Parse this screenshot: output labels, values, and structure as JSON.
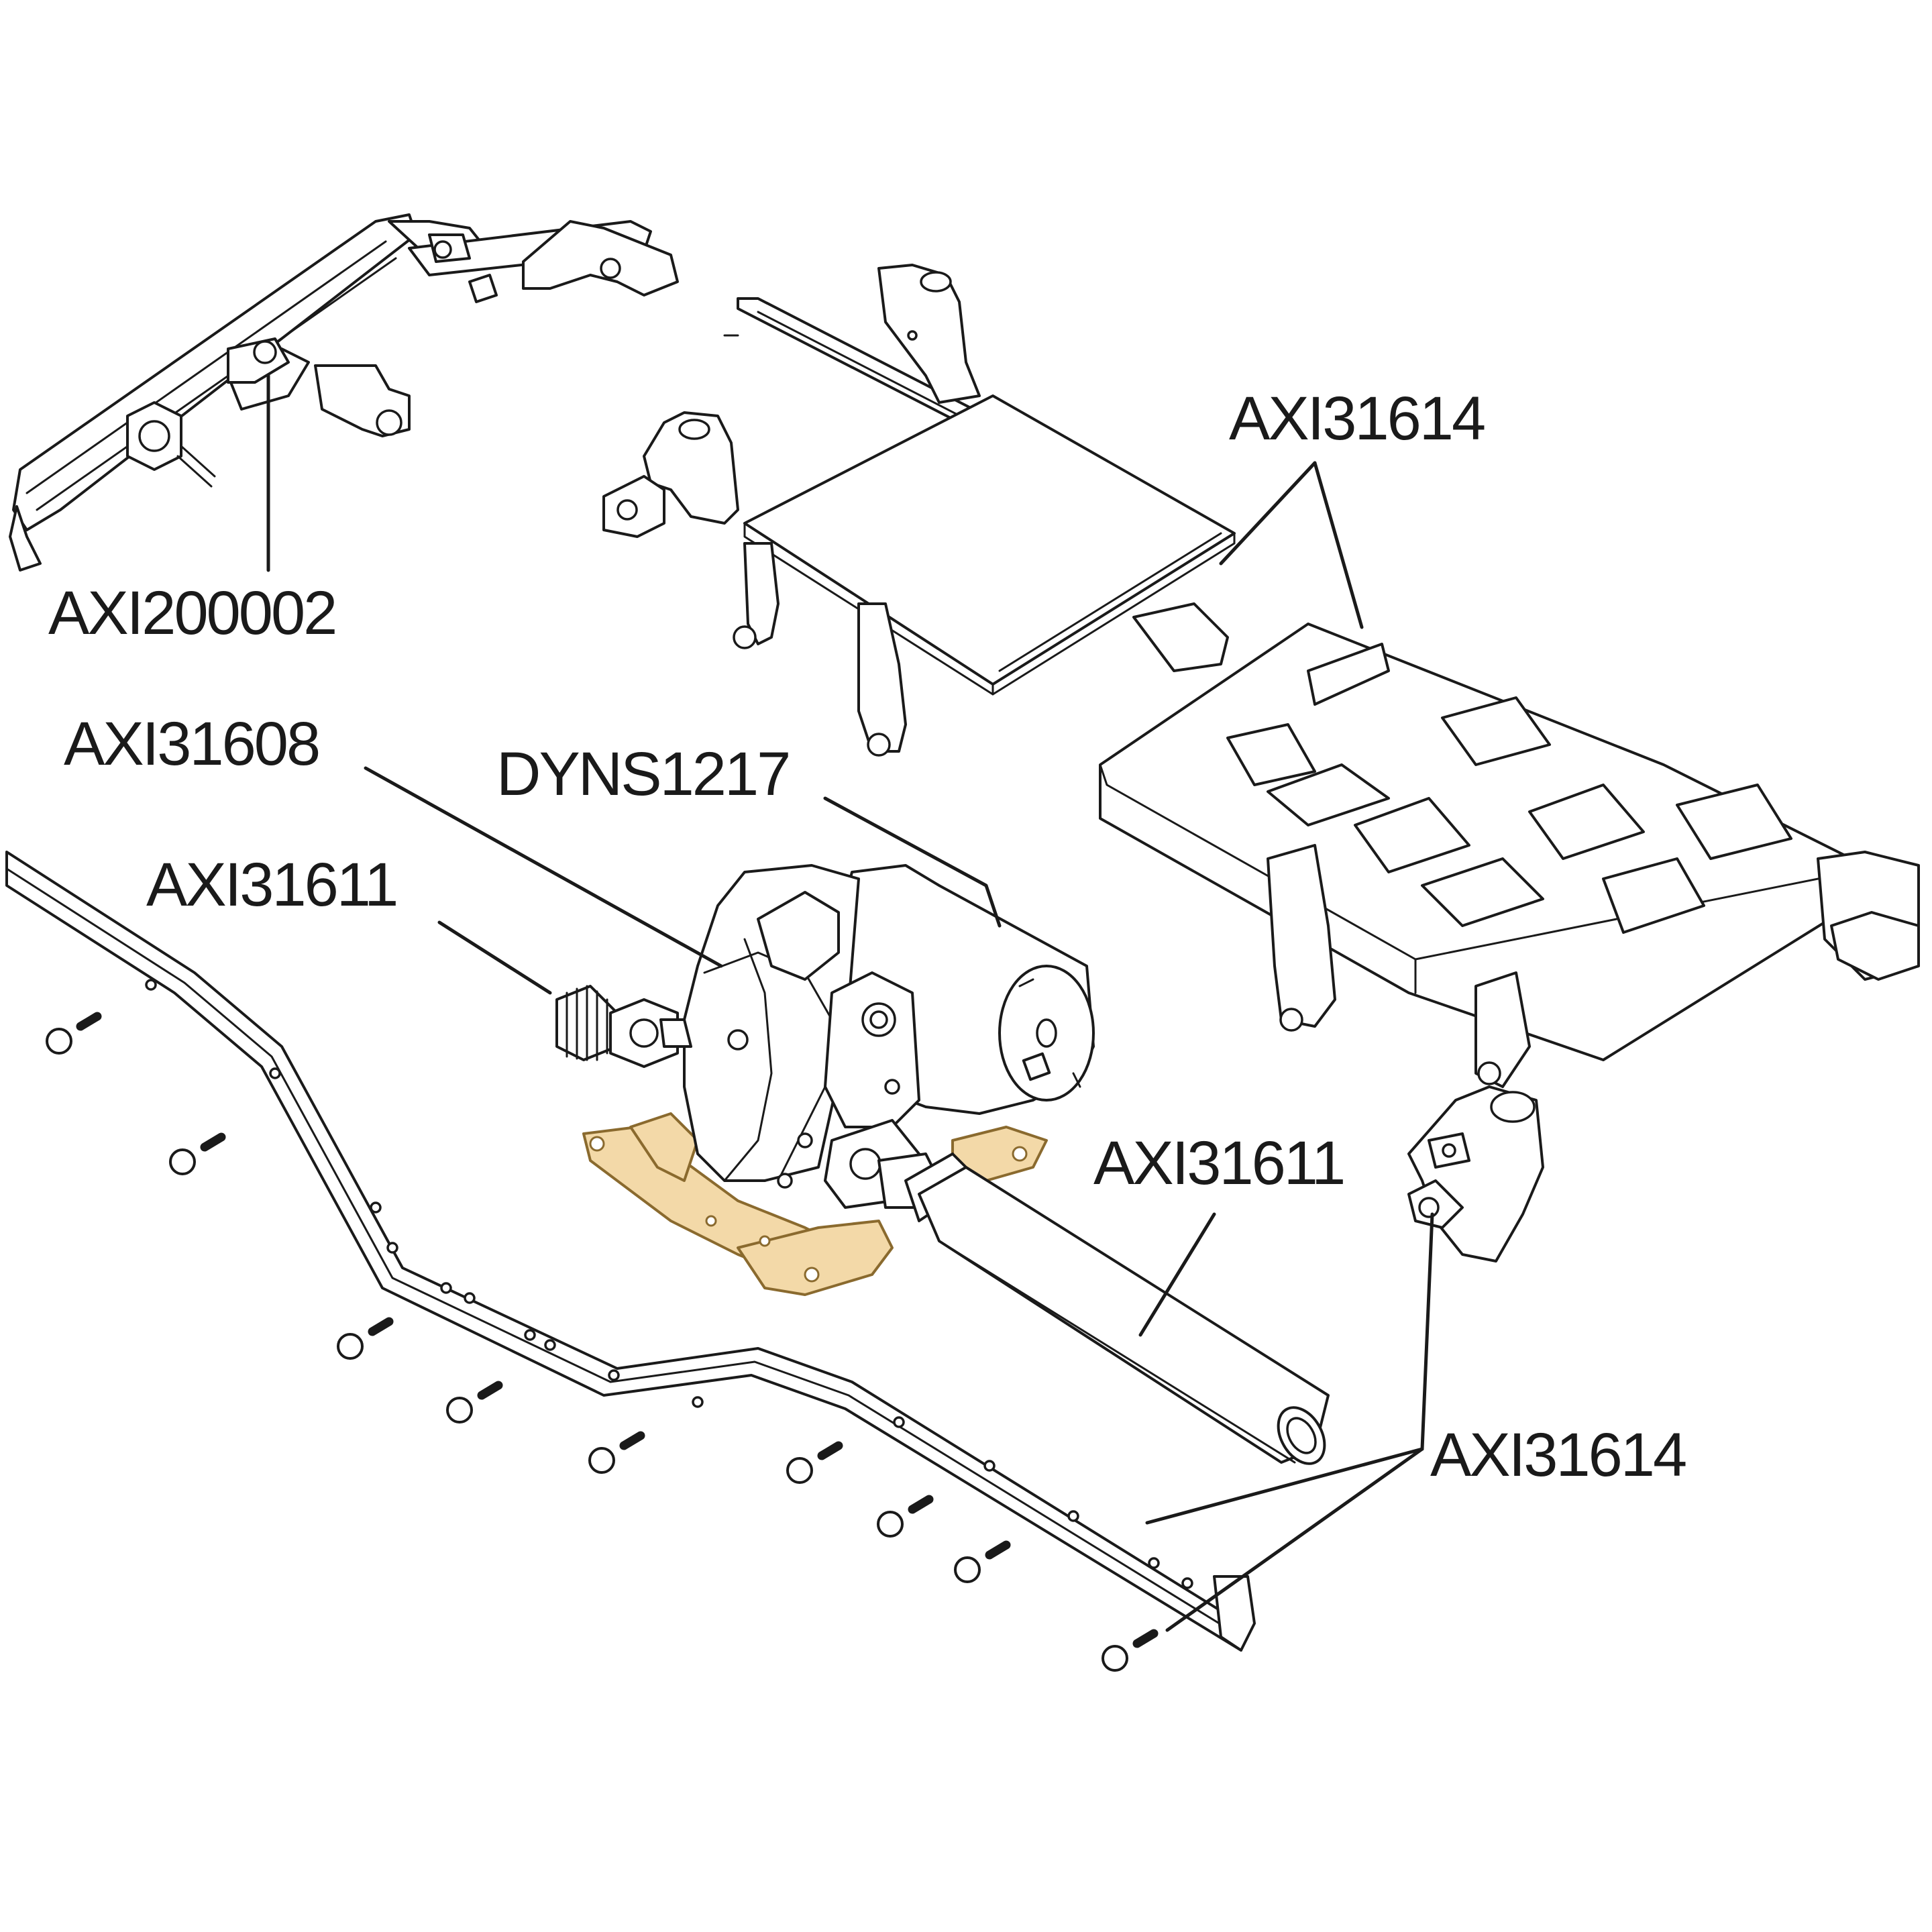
{
  "colors": {
    "line": "#1a1a1a",
    "background": "#ffffff",
    "highlight_fill": "#f3d9a8",
    "highlight_stroke": "#8a6a2e"
  },
  "labels": {
    "front_bumper_part": "AXI200002",
    "skid_plate_frame_part": "AXI31614",
    "transmission_case_part": "AXI31608",
    "motor_part": "DYNS1217",
    "front_driveshaft_part": "AXI31611",
    "rear_driveshaft_part": "AXI31611",
    "frame_rail_part": "AXI31614"
  }
}
